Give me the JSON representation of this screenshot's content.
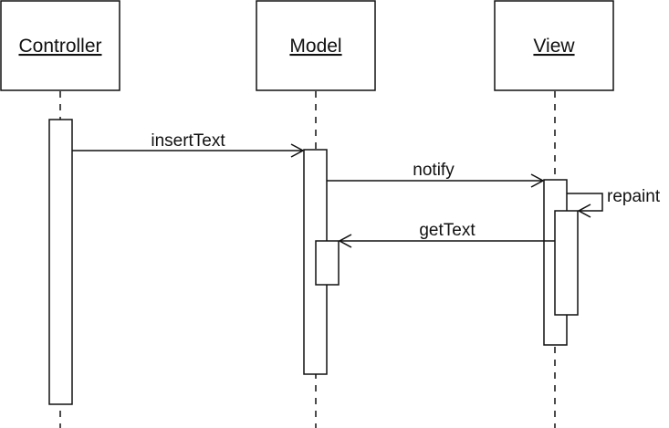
{
  "participants": [
    {
      "id": "controller",
      "label": "Controller"
    },
    {
      "id": "model",
      "label": "Model"
    },
    {
      "id": "view",
      "label": "View"
    }
  ],
  "messages": [
    {
      "id": "insert-text",
      "label": "insertText",
      "from": "controller",
      "to": "model"
    },
    {
      "id": "notify",
      "label": "notify",
      "from": "model",
      "to": "view"
    },
    {
      "id": "repaint",
      "label": "repaint",
      "from": "view",
      "to": "view"
    },
    {
      "id": "get-text",
      "label": "getText",
      "from": "view",
      "to": "model"
    }
  ]
}
